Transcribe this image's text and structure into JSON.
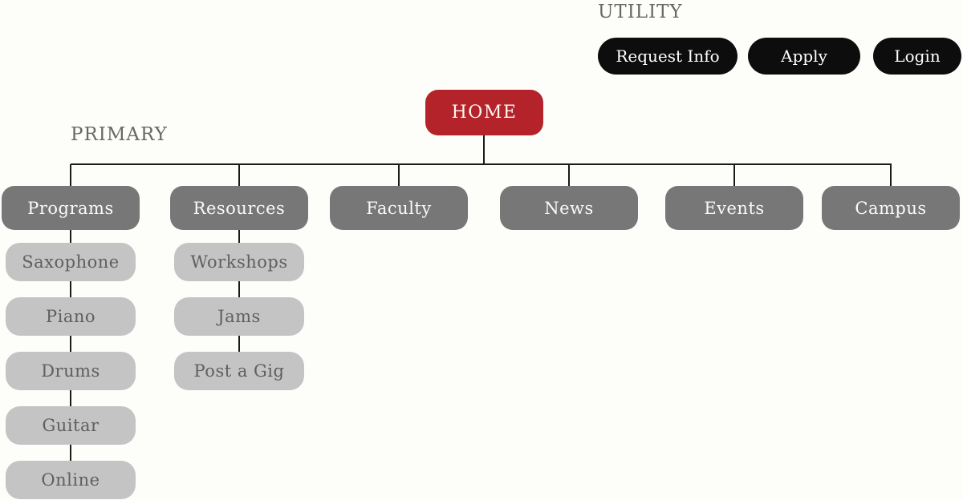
{
  "canvas": {
    "background": "#fdfdfa",
    "connector_color": "#1b1b1b"
  },
  "utility": {
    "label": "UTILITY",
    "button_bg": "#0d0d0d",
    "button_text_color": "#ffffff",
    "buttons": [
      {
        "label": "Request Info"
      },
      {
        "label": "Apply"
      },
      {
        "label": "Login"
      }
    ]
  },
  "primary": {
    "label": "PRIMARY",
    "home": {
      "label": "HOME",
      "bg": "#b4232a",
      "text_color": "#fbf8f3"
    },
    "section_bg": "#777777",
    "section_text_color": "#fbfaf7",
    "child_bg": "#c4c4c4",
    "child_text_color": "#5f5f5f",
    "sections": [
      {
        "label": "Programs",
        "children": [
          "Saxophone",
          "Piano",
          "Drums",
          "Guitar",
          "Online"
        ]
      },
      {
        "label": "Resources",
        "children": [
          "Workshops",
          "Jams",
          "Post a Gig"
        ]
      },
      {
        "label": "Faculty",
        "children": []
      },
      {
        "label": "News",
        "children": []
      },
      {
        "label": "Events",
        "children": []
      },
      {
        "label": "Campus",
        "children": []
      }
    ]
  }
}
